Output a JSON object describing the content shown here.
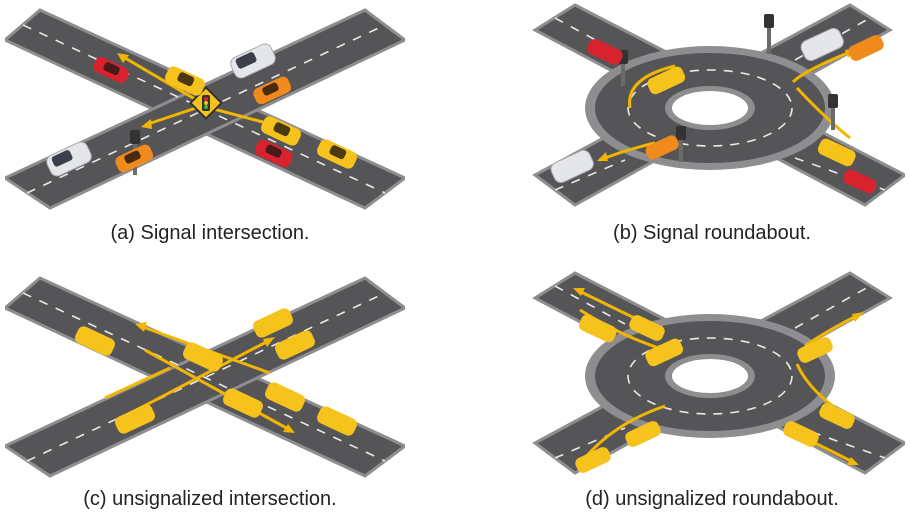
{
  "figure": {
    "panels": [
      {
        "caption": "(a) Signal intersection."
      },
      {
        "caption": "(b) Signal roundabout."
      },
      {
        "caption": "(c) unsignalized intersection."
      },
      {
        "caption": "(d) unsignalized roundabout."
      }
    ]
  },
  "colors": {
    "road": "#555558",
    "road_edge": "#8e8e90",
    "lane_mark": "#e9e9e9",
    "arrow": "#f2b600",
    "taxi": "#f6c21c",
    "red_car": "#d8232f",
    "white_van": "#e4e6ea",
    "orange_car": "#f08a1c",
    "pole": "#6b6b6b"
  },
  "icons": [
    "traffic-light-icon",
    "warning-sign-icon",
    "car-icon",
    "van-icon",
    "arrow-icon"
  ]
}
